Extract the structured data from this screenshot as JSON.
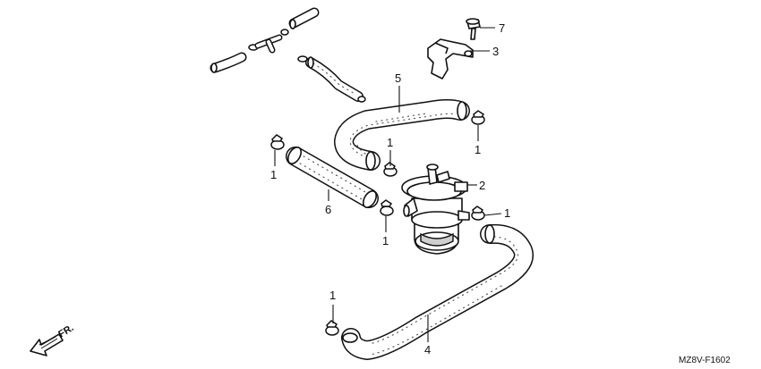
{
  "callouts": {
    "c1_top": "1",
    "c1_left": "1",
    "c1_right": "1",
    "c1_center": "1",
    "c1_valve": "1",
    "c1_bottom": "1",
    "c2": "2",
    "c3": "3",
    "c4": "4",
    "c5": "5",
    "c6": "6",
    "c7": "7"
  },
  "front_arrow_label": "FR.",
  "diagram_code": "MZ8V-F1602"
}
